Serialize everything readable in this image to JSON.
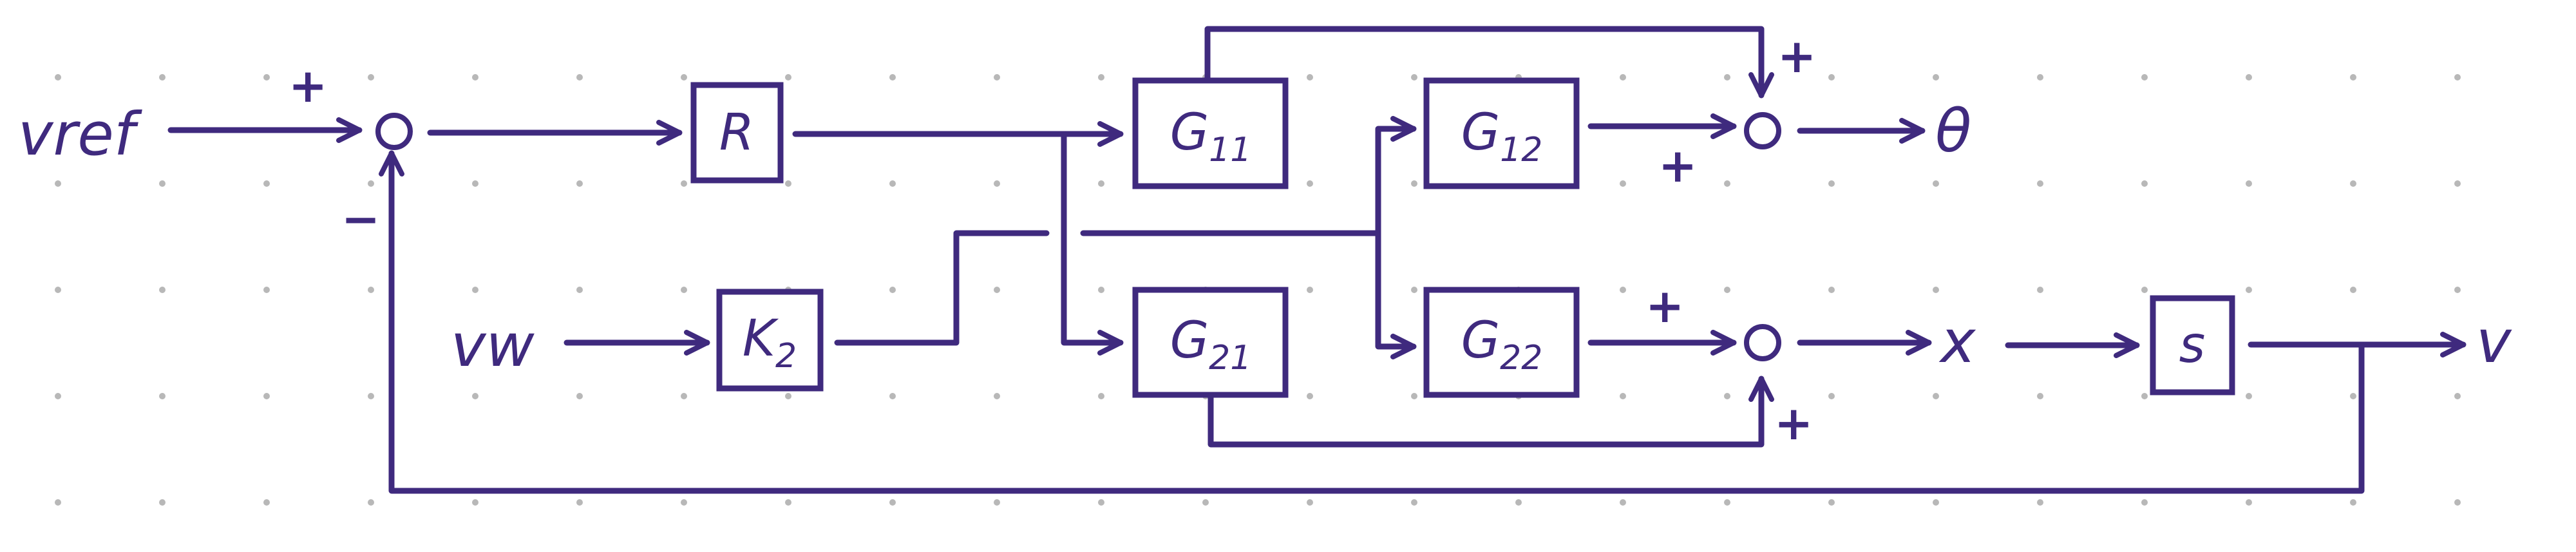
{
  "colors": {
    "ink": "#3f2a7e",
    "grid_dots": "#b8b8b8",
    "background": "#ffffff"
  },
  "signals": {
    "v_ref": "vref",
    "v_w": "vw",
    "theta": "θ",
    "x": "x",
    "v": "v"
  },
  "blocks": {
    "R": {
      "label": "R"
    },
    "K2": {
      "label": "K",
      "sub": "2"
    },
    "G11": {
      "label": "G",
      "sub": "11"
    },
    "G12": {
      "label": "G",
      "sub": "12"
    },
    "G21": {
      "label": "G",
      "sub": "21"
    },
    "G22": {
      "label": "G",
      "sub": "22"
    },
    "S": {
      "label": "s"
    }
  },
  "signs": {
    "sum1_ref": "+",
    "sum1_feedback": "−",
    "sum_theta_top": "+",
    "sum_theta_left": "+",
    "sum_x_left": "+",
    "sum_x_bottom": "+"
  }
}
